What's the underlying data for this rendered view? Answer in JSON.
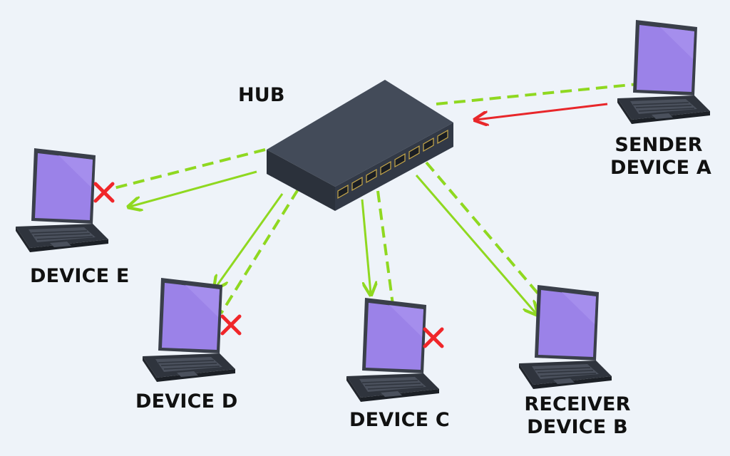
{
  "diagram": {
    "hub": {
      "label": "HUB"
    },
    "devices": {
      "a": {
        "line1": "SENDER",
        "line2": "DEVICE A"
      },
      "b": {
        "line1": "RECEIVER",
        "line2": "DEVICE B"
      },
      "c": {
        "label": "DEVICE C"
      },
      "d": {
        "label": "DEVICE D"
      },
      "e": {
        "label": "DEVICE E"
      }
    },
    "colors": {
      "background": "#eef3f9",
      "link_green": "#8fd820",
      "signal_red": "#e8262a",
      "reject_x": "#f0262a",
      "hub_body": "#3b4250",
      "screen": "#9b82e8",
      "laptop_body": "#3a3f4a"
    }
  }
}
